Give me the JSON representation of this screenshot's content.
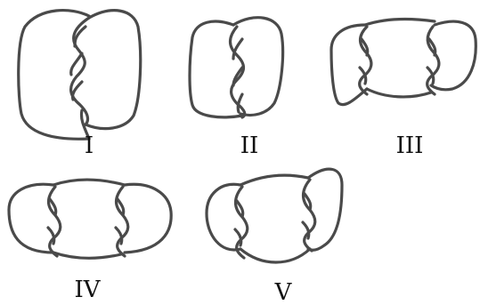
{
  "figure": {
    "background": "#ffffff",
    "stroke_color": "#4a4a4a",
    "label_color": "#111111"
  },
  "knots": [
    {
      "label": "I"
    },
    {
      "label": "II"
    },
    {
      "label": "III"
    },
    {
      "label": "IV"
    },
    {
      "label": "V"
    }
  ]
}
